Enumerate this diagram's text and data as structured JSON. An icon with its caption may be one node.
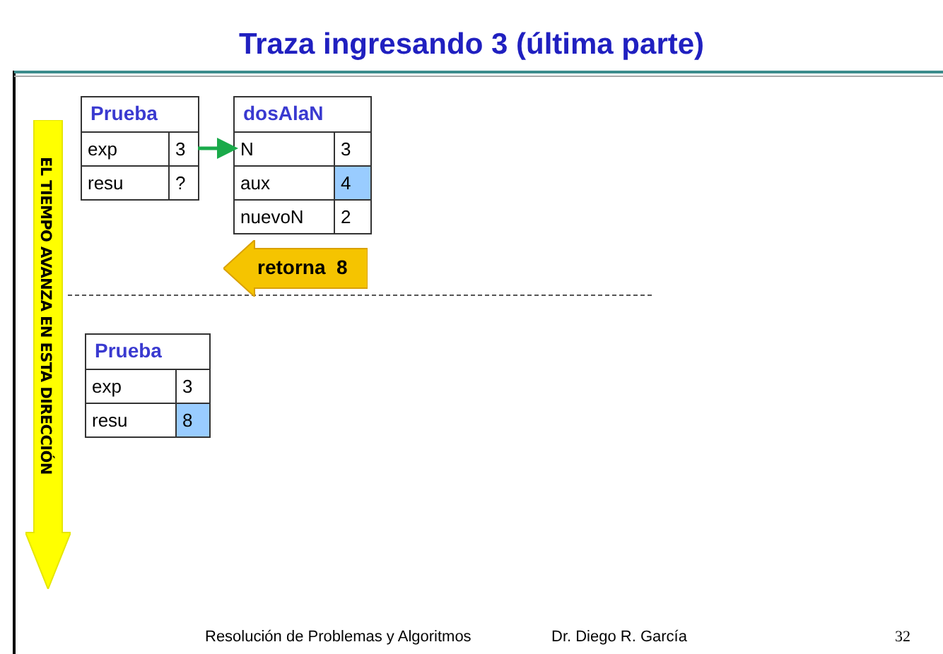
{
  "diagram": {
    "title": "Traza ingresando 3 (última parte)",
    "nodes": [
      {
        "text": [
          "Prueba"
        ]
      },
      {
        "text": [
          "exp",
          "3"
        ],
        "in": 0
      },
      {
        "text": [
          "resu",
          "?"
        ],
        "in": 0
      },
      {
        "text": [
          "dosAlaN"
        ]
      },
      {
        "text": [
          "N",
          "3"
        ],
        "in": 3
      },
      {
        "text": [
          "aux",
          "4"
        ],
        "in": 3
      },
      {
        "text": [
          "nuevoN",
          "2"
        ],
        "in": 3
      },
      {
        "text": [
          "retorna  8"
        ]
      },
      {
        "text": [
          "Prueba"
        ]
      },
      {
        "text": [
          "exp",
          "3"
        ],
        "in": 8
      },
      {
        "text": [
          "resu",
          "8"
        ],
        "in": 8
      },
      {
        "text": [
          "EL TIEMPO AVANZA EN ESTA DIRECCIÓN"
        ]
      }
    ],
    "edges": [
      {
        "from": 1,
        "to": 4,
        "arrow": "to",
        "color": "#1aaa4a"
      }
    ],
    "labels": [
      "Resolución de Problemas y Algoritmos",
      "Dr. Diego R. García",
      "32"
    ]
  }
}
